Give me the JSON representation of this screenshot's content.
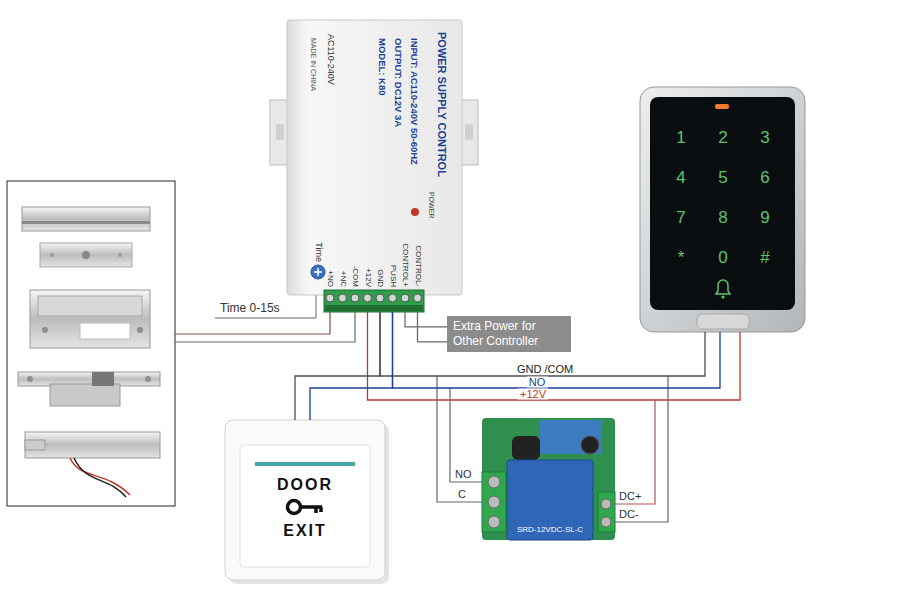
{
  "diagram": {
    "nodes": [
      {
        "text": [
          "POWER SUPPLY CONTROL",
          "INPUT: AC110-240V 50-60HZ",
          "OUTPUT: DC12V 3A",
          "MODEL: K80",
          "AC110-240V",
          "MADE IN CHINA",
          "POWER",
          "Time",
          "+NO",
          "+NC",
          "-COM",
          "+12V",
          "GND",
          "PUSH",
          "CONTROL+",
          "CONTROL-"
        ]
      },
      {
        "text": [
          "1",
          "2",
          "3",
          "4",
          "5",
          "6",
          "7",
          "8",
          "9",
          "*",
          "0",
          "#"
        ]
      },
      {
        "text": [
          "Extra Power for Other Controller"
        ]
      },
      {
        "text": [
          "DOOR",
          "EXIT"
        ]
      }
    ],
    "edges": [
      {
        "from": 0,
        "to": 1,
        "label": "GND /COM",
        "arrow": "none"
      },
      {
        "from": 0,
        "to": 1,
        "label": "NO",
        "arrow": "none"
      },
      {
        "from": 0,
        "to": 1,
        "label": "+12V",
        "arrow": "none"
      },
      {
        "from": 0,
        "to": 3,
        "arrow": "none"
      },
      {
        "from": 0,
        "to": 3,
        "arrow": "none"
      },
      {
        "from": 0,
        "to": 2,
        "arrow": "none"
      },
      {
        "from": 0,
        "to": 2,
        "arrow": "none"
      }
    ],
    "labels": [
      "Time 0-15s",
      "NO",
      "C",
      "DC+",
      "DC-",
      "SRD-12VDC-SL-C"
    ]
  }
}
